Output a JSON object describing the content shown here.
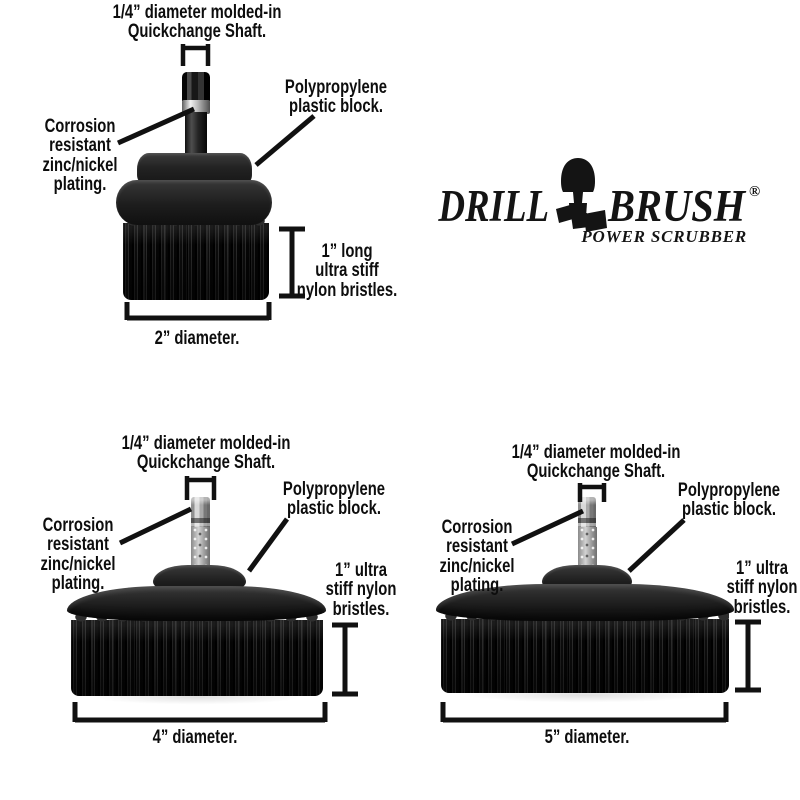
{
  "page": {
    "background": "#ffffff"
  },
  "colors": {
    "annotation": "#0d0d0d",
    "product_black": "#1a1a1a",
    "shaft_silver": "#adadad",
    "logo": "#141414"
  },
  "logo": {
    "word1": "DRILL",
    "word2": "BRUSH",
    "registered": "®",
    "tagline": "POWER SCRUBBER",
    "icon": "drill-silhouette-icon"
  },
  "brushes": [
    {
      "name": "2-inch-brush",
      "labels": {
        "shaft": "1/4” diameter molded-in\nQuickchange Shaft.",
        "block": "Polypropylene\nplastic block.",
        "plating": "Corrosion\nresistant\nzinc/nickel\nplating.",
        "bristles": "1” long\nultra stiff\nnylon bristles.",
        "diameter": "2” diameter."
      }
    },
    {
      "name": "4-inch-brush",
      "labels": {
        "shaft": "1/4” diameter molded-in\nQuickchange Shaft.",
        "block": "Polypropylene\nplastic block.",
        "plating": "Corrosion\nresistant\nzinc/nickel\nplating.",
        "bristles": "1” ultra\nstiff nylon\nbristles.",
        "diameter": "4” diameter."
      }
    },
    {
      "name": "5-inch-brush",
      "labels": {
        "shaft": "1/4” diameter molded-in\nQuickchange Shaft.",
        "block": "Polypropylene\nplastic block.",
        "plating": "Corrosion\nresistant\nzinc/nickel\nplating.",
        "bristles": "1” ultra\nstiff nylon\nbristles.",
        "diameter": "5” diameter."
      }
    }
  ]
}
